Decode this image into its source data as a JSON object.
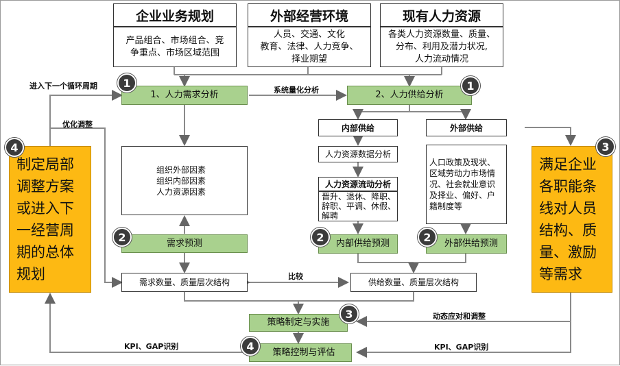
{
  "top": {
    "business": {
      "title": "企业业务规划",
      "body": "产品组合、市场组合、竞\n争重点、市场区域范围"
    },
    "external": {
      "title": "外部经营环境",
      "body": "人员、交通、文化\n教育、法律、人力竞争、\n择业期望"
    },
    "hr": {
      "title": "现有人力资源",
      "body": "各类人力资源数量、质量、\n分布、利用及潜力状况,\n人力流动情况"
    }
  },
  "labels": {
    "next_cycle": "进入下一个循环周期",
    "optimize": "优化调整",
    "quantify": "系统量化分析",
    "compare": "比较",
    "dynamic": "动态应对和调整",
    "kpi_left": "KPI、GAP识别",
    "kpi_right": "KPI、GAP识别"
  },
  "nodes": {
    "demand_analysis": "1、人力需求分析",
    "supply_analysis": "2、人力供给分析",
    "factors": "组织外部因素\n组织内部因素\n人力资源因素",
    "internal_supply": "内部供给",
    "external_supply": "外部供给",
    "hr_data": "人力资源数据分析",
    "flow_title": "人力资源流动分析",
    "flow_body": "晋升、退休、降职、\n辞职、平调、休假、\n解聘",
    "external_body": "人口政策及现状、\n区域劳动力市场情\n况、社会就业意识\n及择业、偏好、户\n籍制度等",
    "demand_forecast": "需求预测",
    "internal_forecast": "内部供给预测",
    "external_forecast": "外部供给预测",
    "demand_qty": "需求数量、质量层次结构",
    "supply_qty": "供给数量、质量层次结构",
    "strategy": "策略制定与实施",
    "control": "策略控制与评估",
    "left_big": "制定局部调整方案或进入下一经营周期的总体规划",
    "right_big": "满足企业各职能条线对人员结构、质量、激励等需求"
  },
  "badges": {
    "b1a": "1",
    "b1b": "1",
    "b2a": "2",
    "b2b": "2",
    "b2c": "2",
    "b3a": "3",
    "b3b": "3",
    "b4a": "4",
    "b4b": "4"
  }
}
